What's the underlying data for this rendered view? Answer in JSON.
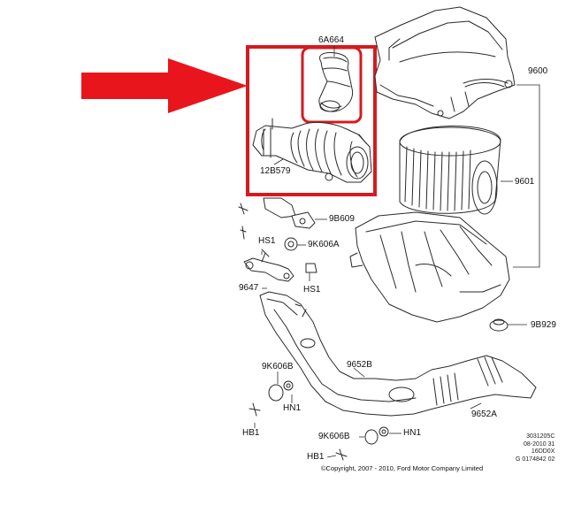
{
  "colors": {
    "arrow": "#e8161c",
    "highlight_box": "#d61a1f",
    "line_art": "#2a2a2a"
  },
  "callouts": {
    "hose_upper": "6A664",
    "resonator": "12B579",
    "air_cleaner_assembly": "9600",
    "filter_element": "9601",
    "bracket_bolt_a": "9B609",
    "grommet_a": "9K606A",
    "clip_left": "HS1",
    "clip_right": "HS1",
    "support_bracket": "9647",
    "grommet_b_top": "9K606B",
    "nut_top": "HN1",
    "bolt_top": "HB1",
    "intake_duct": "9652B",
    "intake_duct_lower": "9652A",
    "grommet_b_bottom": "9K606B",
    "nut_bottom": "HN1",
    "bolt_bottom": "HB1",
    "mount_isolator": "9B929"
  },
  "stamp": {
    "line1": "3031205C",
    "line2": "08-2010 31",
    "line3": "16DD0X",
    "line4": "G 0174842 02"
  },
  "copyright": "©Copyright, 2007 - 2010, Ford Motor Company Limited"
}
